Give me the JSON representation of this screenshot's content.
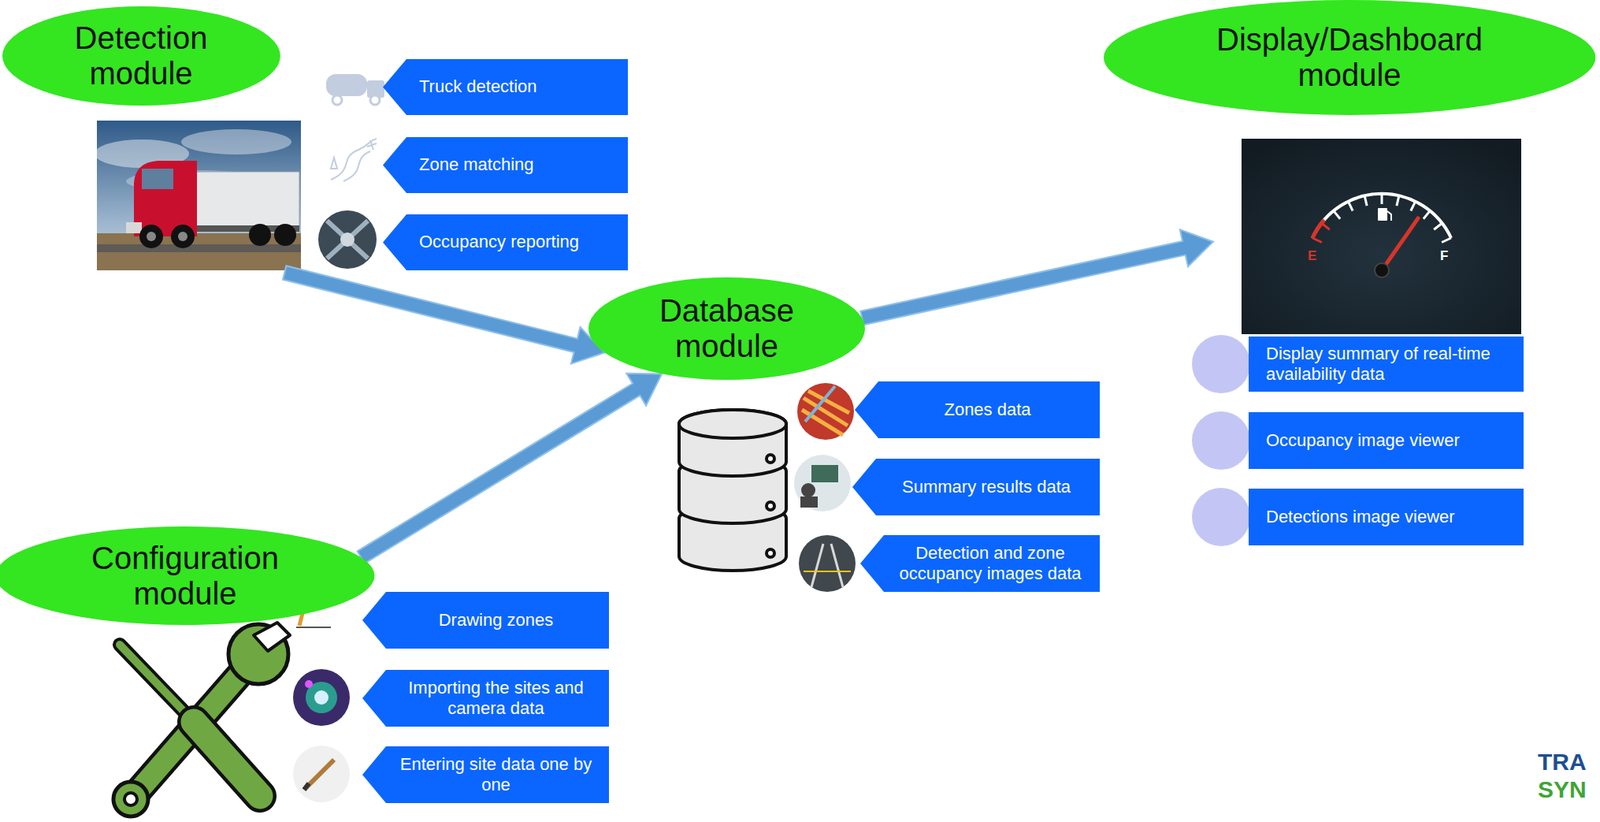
{
  "diagram": {
    "nodes": [
      {
        "text": [
          "Detection module"
        ]
      },
      {
        "text": [
          "Truck detection"
        ]
      },
      {
        "text": [
          "Zone matching"
        ]
      },
      {
        "text": [
          "Occupancy reporting"
        ]
      },
      {
        "text": [
          "Display/Dashboard module"
        ]
      },
      {
        "text": [
          "Display summary of real-time availability data"
        ]
      },
      {
        "text": [
          "Occupancy image viewer"
        ]
      },
      {
        "text": [
          "Detections image viewer"
        ]
      },
      {
        "text": [
          "Database module"
        ]
      },
      {
        "text": [
          "Zones data"
        ]
      },
      {
        "text": [
          "Summary results data"
        ]
      },
      {
        "text": [
          "Detection and zone occupancy images data"
        ]
      },
      {
        "text": [
          "Configuration module"
        ]
      },
      {
        "text": [
          "Drawing zones"
        ]
      },
      {
        "text": [
          "Importing the sites and camera data"
        ]
      },
      {
        "text": [
          "Entering site data one by one"
        ]
      }
    ],
    "edges": [
      {
        "from": 0,
        "to": 8,
        "arrow": "to"
      },
      {
        "from": 12,
        "to": 8,
        "arrow": "to"
      },
      {
        "from": 8,
        "to": 4,
        "arrow": "to"
      }
    ],
    "labels": [
      "E",
      "F",
      "TRA",
      "SYN"
    ]
  }
}
